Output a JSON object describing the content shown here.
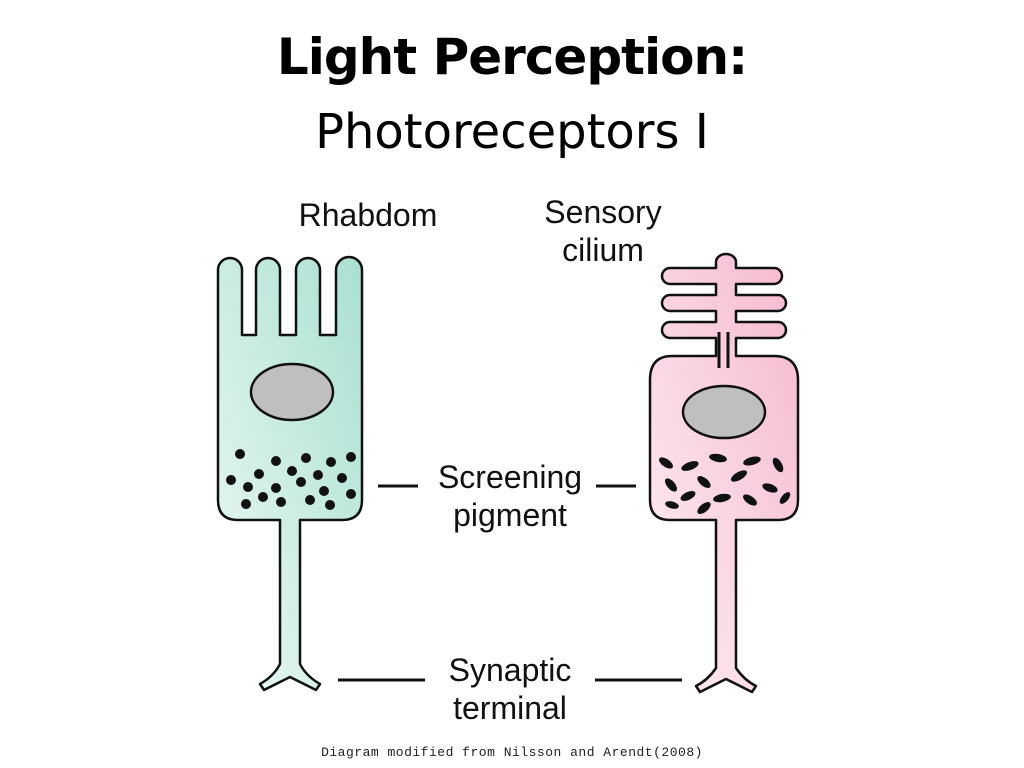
{
  "slide": {
    "title": "Light Perception:",
    "subtitle": "Photoreceptors I"
  },
  "labels": {
    "rhabdom": "Rhabdom",
    "sensory_cilium_line1": "Sensory",
    "sensory_cilium_line2": "cilium",
    "screening_pigment_line1": "Screening",
    "screening_pigment_line2": "pigment",
    "synaptic_terminal_line1": "Synaptic",
    "synaptic_terminal_line2": "terminal"
  },
  "caption": "Diagram modified from Nilsson and Arendt(2008)",
  "colors": {
    "rhabdomeric_cell_fill": "#d3f0e8",
    "ciliary_cell_fill": "#fbd5e2",
    "nucleus_fill": "#bfbfbf",
    "outline": "#111111"
  }
}
